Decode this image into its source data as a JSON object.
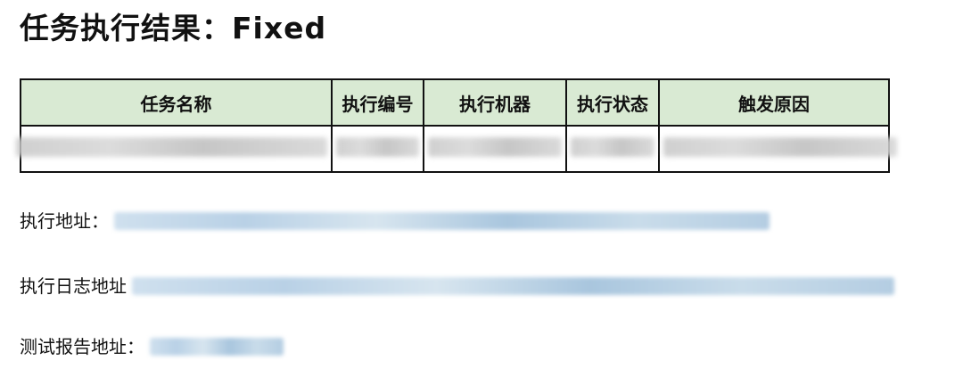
{
  "title": "任务执行结果：Fixed",
  "table": {
    "headers": [
      "任务名称",
      "执行编号",
      "执行机器",
      "执行状态",
      "触发原因"
    ],
    "rows": [
      [
        "[redacted]",
        "[redacted]",
        "[redacted]",
        "[redacted]",
        "[redacted]"
      ]
    ],
    "header_bg": "#d9ead3"
  },
  "fields": [
    {
      "label": "执行地址：",
      "value": "[redacted link]"
    },
    {
      "label": "执行日志地址",
      "value": "[redacted link]"
    },
    {
      "label": "测试报告地址：",
      "value": "[redacted link]"
    }
  ],
  "link_color": "#1a5fb4"
}
